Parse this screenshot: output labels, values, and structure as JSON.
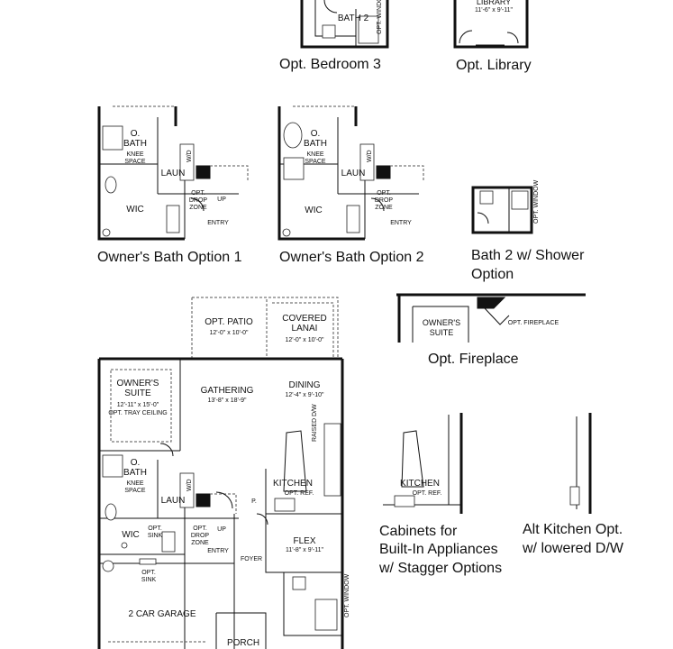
{
  "captions": {
    "opt_bedroom3": "Opt. Bedroom 3",
    "opt_library": "Opt. Library",
    "owners_bath_opt1": "Owner's Bath Option 1",
    "owners_bath_opt2": "Owner's Bath Option 2",
    "bath2_shower_1": "Bath 2 w/ Shower",
    "bath2_shower_2": "Option",
    "opt_fireplace": "Opt. Fireplace",
    "cabinets_1": "Cabinets for",
    "cabinets_2": "Built-In Appliances",
    "cabinets_3": "w/ Stagger Options",
    "alt_kitchen_1": "Alt Kitchen Opt.",
    "alt_kitchen_2": "w/ lowered D/W"
  },
  "rooms": {
    "bath2": "BATH 2",
    "library": "LIBRARY",
    "library_dim": "11'-6\" x 9'-11\"",
    "opt_window": "OPT. WINDOW",
    "obath": "O. BATH",
    "knee_space": "KNEE SPACE",
    "laun": "LAUN",
    "wd": "W/D",
    "wic": "WIC",
    "opt_drop_zone": "OPT. DROP ZONE",
    "up": "UP",
    "entry": "ENTRY",
    "opt_patio": "OPT. PATIO",
    "opt_patio_dim": "12'-0\" x 10'-0\"",
    "covered_lanai": "COVERED LANAI",
    "covered_lanai_dim": "12'-0\" x 10'-0\"",
    "owners_suite": "OWNER'S SUITE",
    "owners_suite_dim": "12'-11\" x 15'-0\"",
    "opt_tray_ceiling": "OPT. TRAY CEILING",
    "gathering": "GATHERING",
    "gathering_dim": "13'-8\" x 18'-9\"",
    "dining": "DINING",
    "dining_dim": "12'-4\" x 9'-10\"",
    "raised_dw": "RAISED D/W",
    "kitchen": "KITCHEN",
    "opt_ref": "OPT. REF.",
    "opt_sink": "OPT. SINK",
    "foyer": "FOYER",
    "flex": "FLEX",
    "flex_dim": "11'-8\" x 9'-11\"",
    "two_car_garage": "2 CAR GARAGE",
    "porch": "PORCH",
    "opt_fireplace_small": "OPT. FIREPLACE",
    "p": "P."
  }
}
